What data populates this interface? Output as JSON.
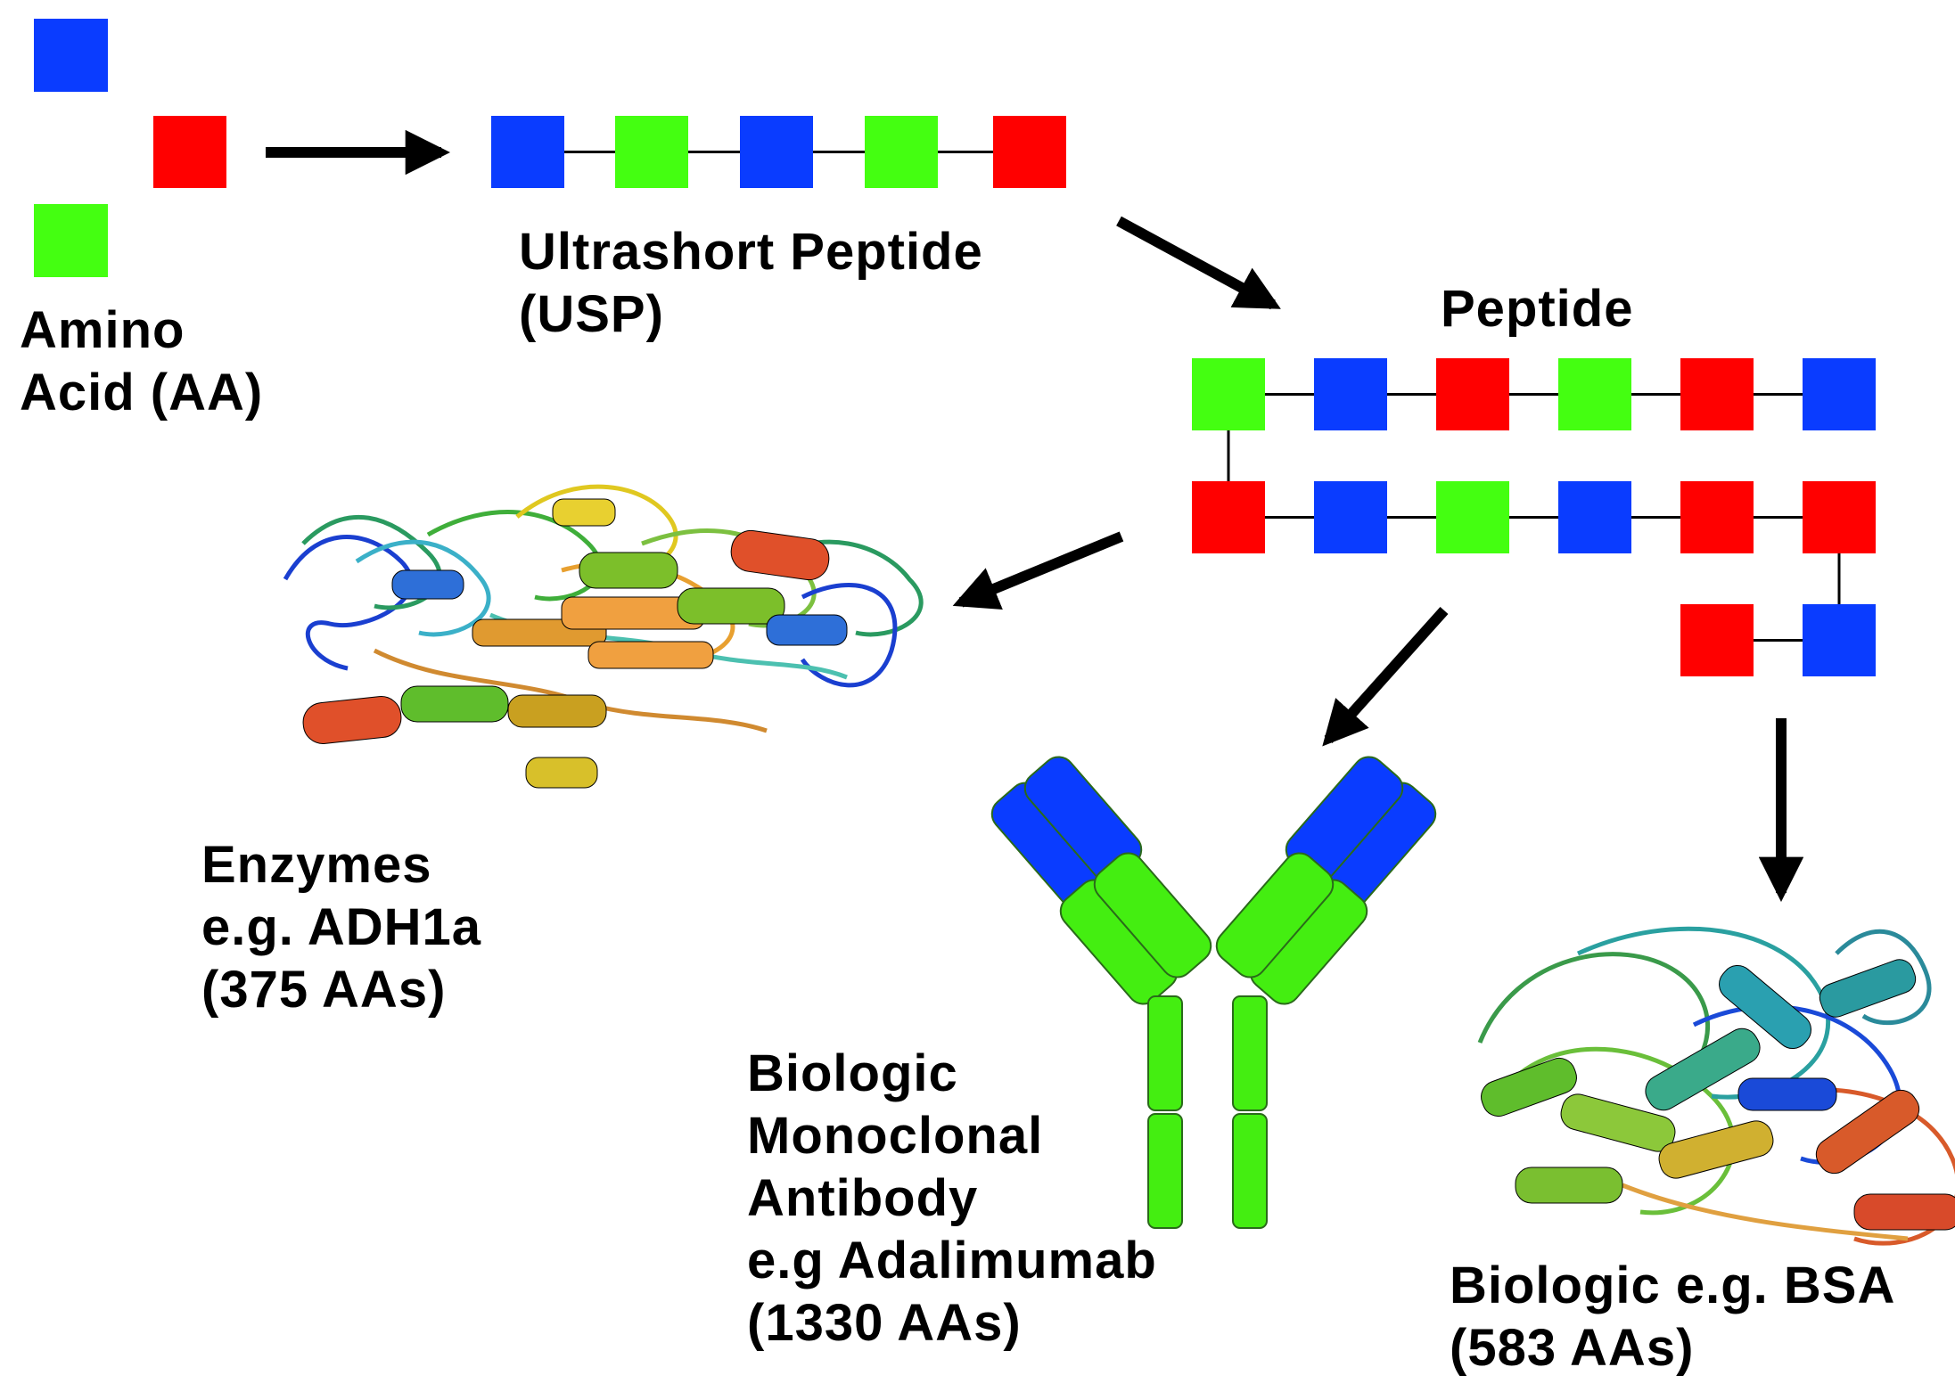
{
  "colors": {
    "blue": "#0a3cff",
    "red": "#ff0000",
    "green": "#44ff11",
    "antibody_green": "#44ee11",
    "antibody_blue": "#0a3cff"
  },
  "labels": {
    "amino_acid": {
      "line1": "Amino",
      "line2": "Acid (AA)"
    },
    "usp": {
      "line1": "Ultrashort Peptide",
      "line2": "(USP)"
    },
    "peptide": "Peptide",
    "enzymes": {
      "line1": "Enzymes",
      "line2": "e.g. ADH1a",
      "line3": "(375 AAs)"
    },
    "antibody": {
      "line1": "Biologic",
      "line2": "Monoclonal",
      "line3": "Antibody",
      "line4": "e.g Adalimumab",
      "line5": "(1330 AAs)"
    },
    "bsa": {
      "line1": "Biologic e.g. BSA",
      "line2": "(583 AAs)"
    }
  },
  "sequences": {
    "usp": [
      "blue",
      "green",
      "blue",
      "green",
      "red"
    ],
    "peptide_row1": [
      "green",
      "blue",
      "red",
      "green",
      "red",
      "blue"
    ],
    "peptide_row2": [
      "red",
      "blue",
      "green",
      "blue",
      "red",
      "red"
    ],
    "peptide_row3": [
      "red",
      "blue"
    ]
  },
  "icons": [
    "amino-acid-square",
    "flow-arrow",
    "enzyme-structure",
    "antibody",
    "bsa-structure"
  ]
}
